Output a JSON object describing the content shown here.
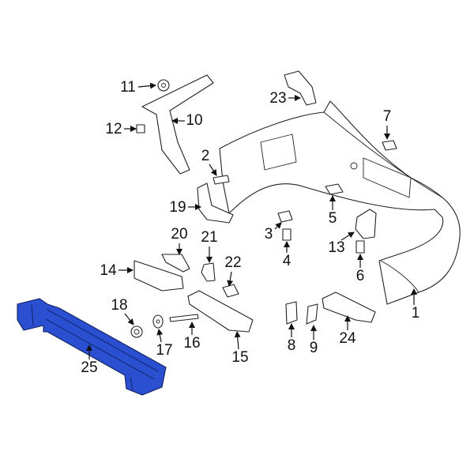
{
  "diagram": {
    "highlight_color": "#2a4fd0",
    "highlighted_part": "25",
    "callouts": [
      "1",
      "2",
      "3",
      "4",
      "5",
      "6",
      "7",
      "8",
      "9",
      "10",
      "11",
      "12",
      "13",
      "14",
      "15",
      "16",
      "17",
      "18",
      "19",
      "20",
      "21",
      "22",
      "23",
      "24",
      "25"
    ]
  }
}
